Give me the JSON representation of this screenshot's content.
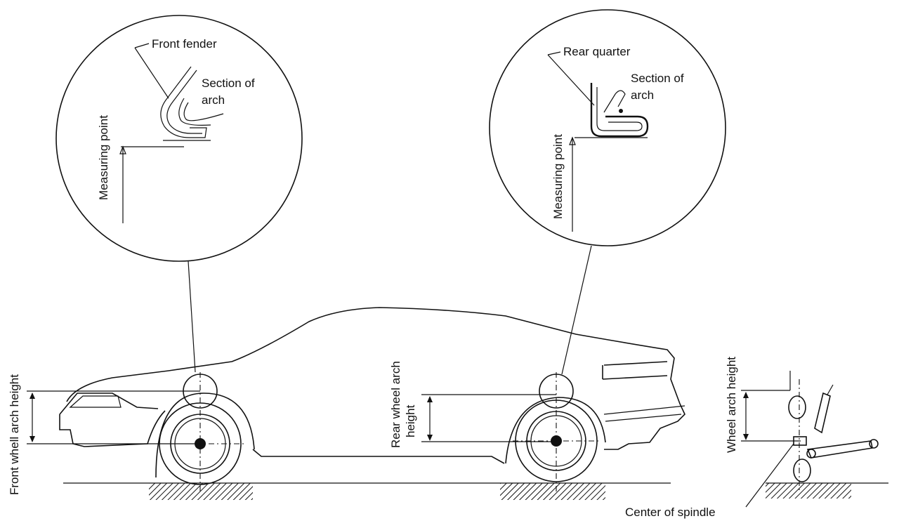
{
  "labels": {
    "front_fender": "Front fender",
    "section_of_arch_front_line1": "Section of",
    "section_of_arch_front_line2": "arch",
    "measuring_point_front": "Measuring point",
    "rear_quarter": "Rear quarter",
    "section_of_arch_rear_line1": "Section of",
    "section_of_arch_rear_line2": "arch",
    "measuring_point_rear": "Measuring point",
    "front_wheel_arch_height": "Front whell arch height",
    "rear_wheel_arch_height_line1": "Rear wheel arch",
    "rear_wheel_arch_height_line2": "height",
    "wheel_arch_height": "Wheel arch height",
    "center_of_spindle": "Center of spindle"
  }
}
